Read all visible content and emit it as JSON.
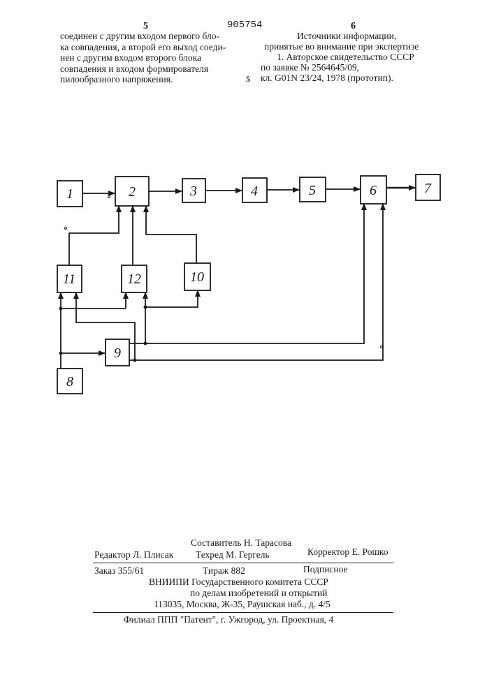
{
  "header": {
    "page_left": "5",
    "patent_number": "905754",
    "page_right": "6"
  },
  "left_column": {
    "lines": [
      "соединен с другим входом первого бло-",
      "ка совпадения, а второй его выход соеди-",
      "нен с другим входом второго блока",
      "совпадения и входом формирователя",
      "пилообразного напряжения."
    ]
  },
  "right_column": {
    "heading_1": "Источники информации,",
    "heading_2": "принятые во внимание при экспертизе",
    "ref_lines": [
      "1. Авторское свидетельство СССР",
      "по заявке № 2564645/09,",
      "кл. G01N 23/24, 1978 (прототип)."
    ]
  },
  "line_number": "5",
  "diagram": {
    "blocks": [
      {
        "id": "b1",
        "label": "1"
      },
      {
        "id": "b2",
        "label": "2"
      },
      {
        "id": "b3",
        "label": "3"
      },
      {
        "id": "b4",
        "label": "4"
      },
      {
        "id": "b5",
        "label": "5"
      },
      {
        "id": "b6",
        "label": "6"
      },
      {
        "id": "b7",
        "label": "7"
      },
      {
        "id": "b8",
        "label": "8"
      },
      {
        "id": "b9",
        "label": "9"
      },
      {
        "id": "b10",
        "label": "10"
      },
      {
        "id": "b11",
        "label": "11"
      },
      {
        "id": "b12",
        "label": "12"
      }
    ]
  },
  "colophon": {
    "compiler": "Составитель Н. Тарасова",
    "editor": "Редактор Л. Плисак",
    "techred": "Техред М. Гергель",
    "corrector": "Корректор Е. Рошко",
    "order": "Заказ  355/61",
    "circulation": "Тираж  882",
    "subscription": "Подписное",
    "org1": "ВНИИПИ Государственного комитета СССР",
    "org2": "по делам изобретений и открытий",
    "address": "113035, Москва, Ж-35, Раушская наб., д. 4/5",
    "branch": "Филиал ППП \"Патент\", г. Ужгород, ул. Проектная, 4"
  }
}
